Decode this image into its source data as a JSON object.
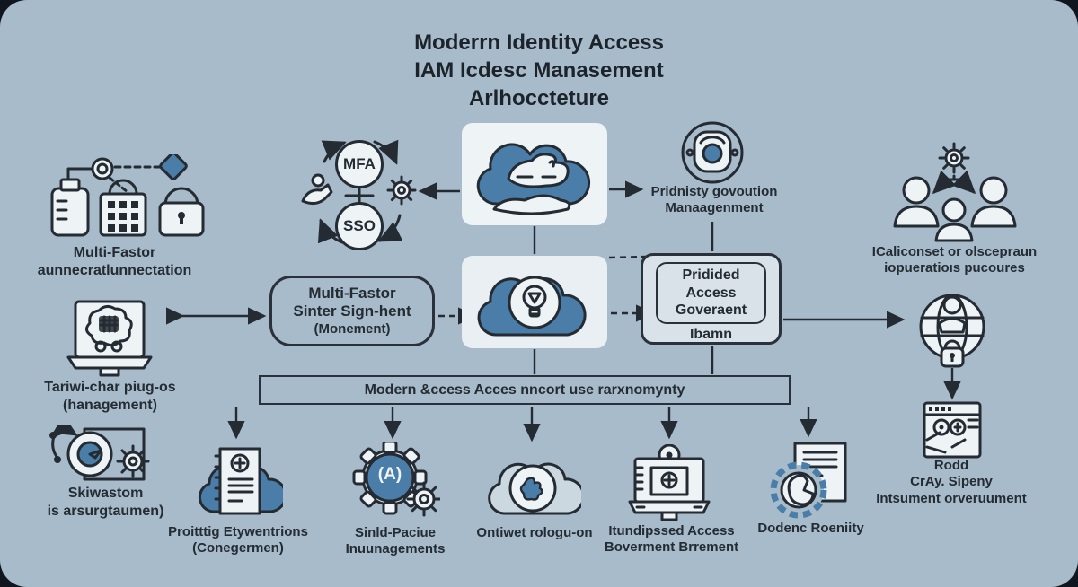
{
  "title": {
    "line1": "Moderrn Identity Access",
    "line2": "IAM Icdesc Manasement",
    "line3": "Arlhoccteture"
  },
  "colors": {
    "background": "#a7bbca",
    "frame": "#10161f",
    "ink": "#242b33",
    "accent_blue": "#4a7ea9",
    "panel_white": "#eef3f6",
    "box_fill": "#d9e2e9"
  },
  "left_column": {
    "mfa_auth": {
      "line1": "Multi-Fastor",
      "line2": "aunnecratlunnectation"
    },
    "plugins": {
      "line1": "Tariwi-char piug-os",
      "line2": "(hanagement)"
    },
    "skiwastom": {
      "line1": "Skiwastom",
      "line2": "is arsurgtaumen)"
    }
  },
  "cycle": {
    "top": "MFA",
    "bottom": "SSO"
  },
  "governance": {
    "line1": "Pridnisty govoution",
    "line2": "Manaagenment"
  },
  "people": {
    "line1": "ICaliconset or olscepraun",
    "line2": "iopueratioıs pucoures"
  },
  "sso_box": {
    "line1": "Multi-Fastor",
    "line2": "Sinter Sign-hent",
    "line3": "(Monement)"
  },
  "access_box": {
    "line1": "Pridided",
    "line2": "Access",
    "line3": "Goveraent",
    "caption": "Ibamn"
  },
  "banner": {
    "text": "Modern &ccess Acces nncort use rarxnomynty"
  },
  "bottom_row": [
    {
      "line1": "Proitttig Etywentrions",
      "line2": "(Conegermen)"
    },
    {
      "line1": "Sinld-Paciue",
      "line2": "Inuunagements"
    },
    {
      "line1": "Ontiwet rologu-on",
      "line2": ""
    },
    {
      "line1": "Itundipssed Access",
      "line2": "Boverment Brrement"
    },
    {
      "line1": "Dodenc Roeniity",
      "line2": ""
    }
  ],
  "right_column": {
    "browser": {
      "line1": "Rodd",
      "line2": "CrAy. Sipeny",
      "line3": "Intsument orveruument"
    }
  },
  "ai_gear_glyph": "(A)"
}
